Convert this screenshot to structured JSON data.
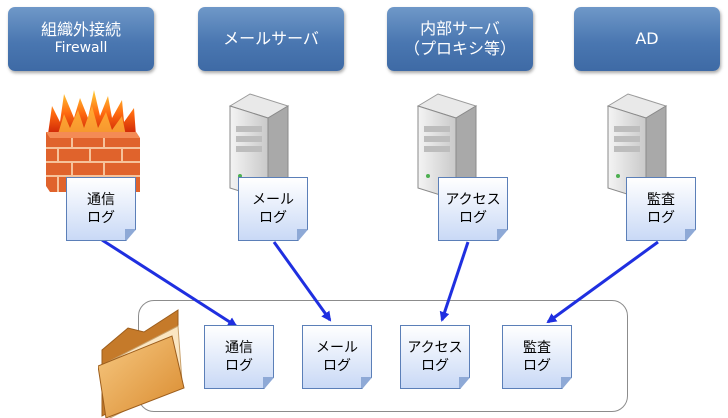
{
  "sources": [
    {
      "id": "firewall",
      "line1": "組織外接続",
      "line2": "Firewall",
      "log_line1": "通信",
      "log_line2": "ログ"
    },
    {
      "id": "mail",
      "line1": "メールサーバ",
      "line2": "",
      "log_line1": "メール",
      "log_line2": "ログ"
    },
    {
      "id": "proxy",
      "line1": "内部サーバ",
      "line2": "（プロキシ等）",
      "log_line1": "アクセス",
      "log_line2": "ログ"
    },
    {
      "id": "ad",
      "line1": "AD",
      "line2": "",
      "log_line1": "監査",
      "log_line2": "ログ"
    }
  ],
  "collected_logs": [
    {
      "line1": "通信",
      "line2": "ログ"
    },
    {
      "line1": "メール",
      "line2": "ログ"
    },
    {
      "line1": "アクセス",
      "line2": "ログ"
    },
    {
      "line1": "監査",
      "line2": "ログ"
    }
  ],
  "colors": {
    "header_box": "#4a77b1",
    "arrow": "#1f2fe0",
    "note_border": "#5b7fb8",
    "collector_border": "#8c8c8c",
    "folder": "#e8a24a"
  }
}
